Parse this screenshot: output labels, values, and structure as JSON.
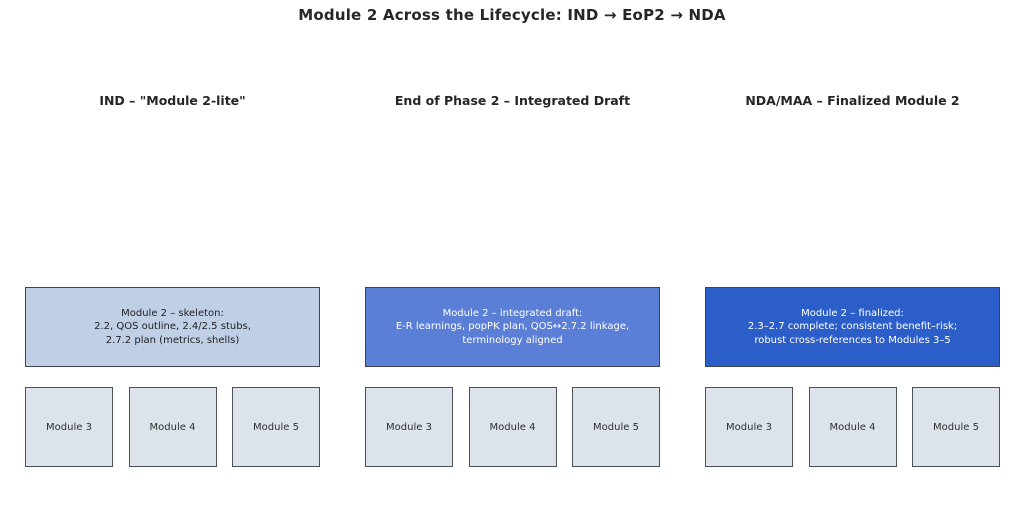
{
  "title": "Module 2 Across the Lifecycle: IND → EoP2 → NDA",
  "columns": [
    {
      "header": "IND – \"Module 2-lite\"",
      "main_box": {
        "lines": [
          "Module 2 – skeleton:",
          "2.2, QOS outline, 2.4/2.5 stubs,",
          "2.7.2 plan (metrics, shells)"
        ],
        "fill": "#bfcfe6",
        "text_color": "#1f1f1f"
      },
      "sub_boxes": [
        "Module 3",
        "Module 4",
        "Module 5"
      ]
    },
    {
      "header": "End of Phase 2 – Integrated Draft",
      "main_box": {
        "lines": [
          "Module 2 – integrated draft:",
          "E-R learnings, popPK plan, QOS↔2.7.2 linkage,",
          "terminology aligned"
        ],
        "fill": "#5b7fd6",
        "text_color": "#ffffff"
      },
      "sub_boxes": [
        "Module 3",
        "Module 4",
        "Module 5"
      ]
    },
    {
      "header": "NDA/MAA – Finalized Module 2",
      "main_box": {
        "lines": [
          "Module 2 – finalized:",
          "2.3–2.7 complete; consistent benefit–risk;",
          "robust cross-references to Modules 3–5"
        ],
        "fill": "#2c5ec9",
        "text_color": "#ffffff"
      },
      "sub_boxes": [
        "Module 3",
        "Module 4",
        "Module 5"
      ]
    }
  ],
  "colors": {
    "background": "#ffffff",
    "box_border": "#3c4450",
    "sub_box_fill": "#dce3ea",
    "sub_box_border": "#4a5158",
    "heading_text": "#262626"
  }
}
